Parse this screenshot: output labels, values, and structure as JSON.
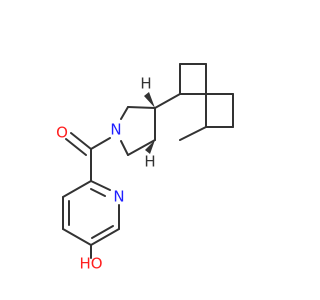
{
  "colors": {
    "background": "#ffffff",
    "bond": "#333333",
    "oxygen": "#ff1f1f",
    "nitrogen": "#1f1fff",
    "hydrogen": "#333333"
  },
  "atoms": {
    "carbonyl_oxygen": "O",
    "amide_nitrogen": "N",
    "pyridine_nitrogen": "N",
    "stereo_h_top": "H",
    "stereo_h_bottom": "H",
    "hydroxyl": "HO"
  }
}
